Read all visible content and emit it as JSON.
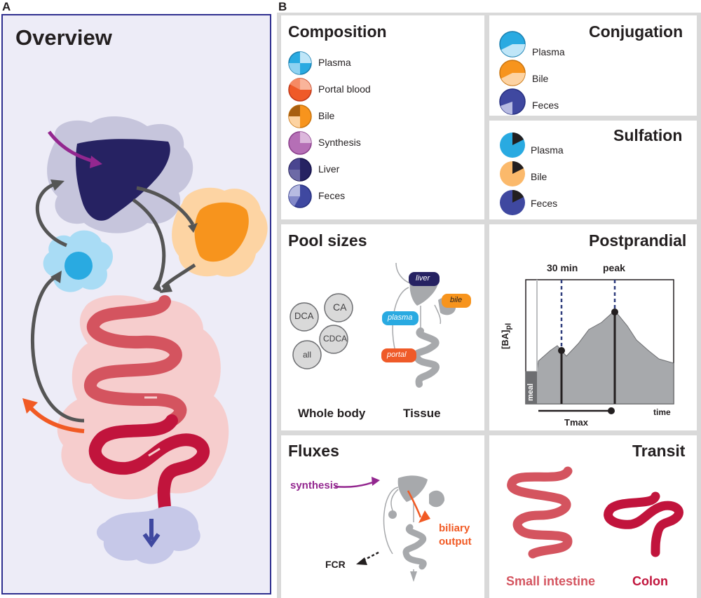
{
  "panel_letters": {
    "a": "A",
    "b": "B"
  },
  "overview": {
    "title": "Overview"
  },
  "composition": {
    "title": "Composition",
    "items": [
      {
        "label": "Plasma",
        "color": "#29aae1"
      },
      {
        "label": "Portal blood",
        "color": "#ef5a28"
      },
      {
        "label": "Bile",
        "color": "#f7941d"
      },
      {
        "label": "Synthesis",
        "color": "#b56fb6"
      },
      {
        "label": "Liver",
        "color": "#262262"
      },
      {
        "label": "Feces",
        "color": "#3f48a0"
      }
    ]
  },
  "conjugation": {
    "title": "Conjugation",
    "items": [
      {
        "label": "Plasma",
        "color": "#29aae1"
      },
      {
        "label": "Bile",
        "color": "#f7941d"
      },
      {
        "label": "Feces",
        "color": "#3f48a0"
      }
    ]
  },
  "sulfation": {
    "title": "Sulfation",
    "items": [
      {
        "label": "Plasma",
        "color": "#29aae1"
      },
      {
        "label": "Bile",
        "color": "#fbb96b"
      },
      {
        "label": "Feces",
        "color": "#3f48a0"
      }
    ]
  },
  "pool_sizes": {
    "title": "Pool sizes",
    "circles": [
      "DCA",
      "CA",
      "CDCA",
      "all"
    ],
    "tissue_labels": {
      "liver": "liver",
      "bile": "bile",
      "plasma": "plasma",
      "portal": "portal"
    },
    "whole_body": "Whole body",
    "tissue": "Tissue"
  },
  "postprandial": {
    "title": "Postprandial",
    "marker_30": "30 min",
    "marker_peak": "peak",
    "ylabel_main": "[BA]",
    "ylabel_sub": "pl",
    "meal": "meal",
    "xlabel": "time",
    "tmax": "Tmax"
  },
  "fluxes": {
    "title": "Fluxes",
    "synthesis": "synthesis",
    "biliary_line1": "biliary",
    "biliary_line2": "output",
    "fcr": "FCR"
  },
  "transit": {
    "title": "Transit",
    "small_intestine": "Small intestine",
    "colon": "Colon"
  },
  "colors": {
    "liver": "#262262",
    "plasma": "#29aae1",
    "bile": "#f7941d",
    "synthesis": "#93278f",
    "recirculation": "#f15a24",
    "small_intestine": "#d4545f",
    "colon": "#c1143c",
    "feces": "#3f48a0",
    "arrows": "#555555",
    "panel_border": "#2f2f8f"
  }
}
